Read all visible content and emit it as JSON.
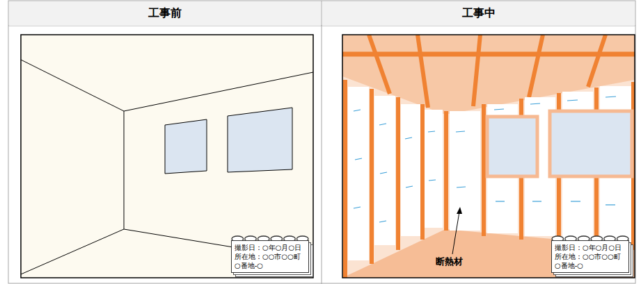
{
  "diagram": {
    "nodes": [
      {
        "text": [
          "工事前"
        ]
      },
      {
        "text": [
          "工事中"
        ]
      },
      {
        "text": [
          "撮影日：○年○月○日",
          "所在地：○○市○○町 ○番地-○"
        ]
      },
      {
        "text": [
          "撮影日：○年○月○日",
          "所在地：○○市○○町 ○番地-○"
        ]
      }
    ],
    "labels": [
      "断熱材"
    ]
  }
}
